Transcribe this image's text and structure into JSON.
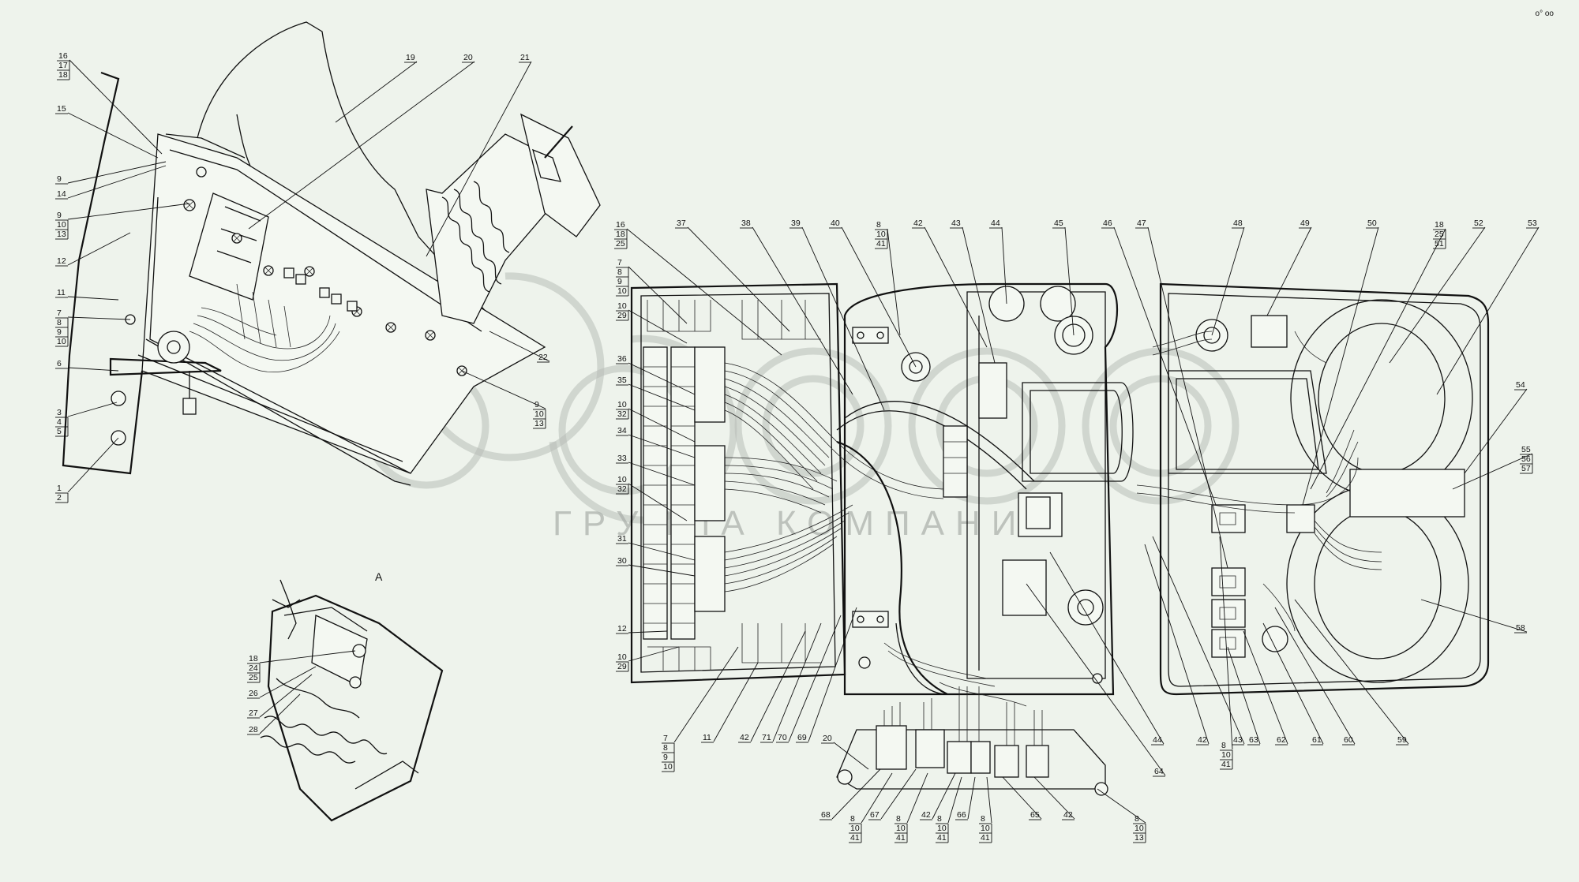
{
  "corner_mark": "o° oo",
  "section_label": "A",
  "watermark": {
    "text": "ГРУППА КОМПАНИЙ"
  },
  "callouts": {
    "left": [
      {
        "id": "l16",
        "lines": [
          "16",
          "17",
          "18"
        ]
      },
      {
        "id": "l15",
        "lines": [
          "15"
        ]
      },
      {
        "id": "l9a",
        "lines": [
          "9"
        ]
      },
      {
        "id": "l14",
        "lines": [
          "14"
        ]
      },
      {
        "id": "l9b",
        "lines": [
          "9",
          "10",
          "13"
        ]
      },
      {
        "id": "l12",
        "lines": [
          "12"
        ]
      },
      {
        "id": "l11",
        "lines": [
          "11"
        ]
      },
      {
        "id": "l7",
        "lines": [
          "7",
          "8",
          "9",
          "10"
        ]
      },
      {
        "id": "l6",
        "lines": [
          "6"
        ]
      },
      {
        "id": "l3",
        "lines": [
          "3",
          "4",
          "5"
        ]
      },
      {
        "id": "l1",
        "lines": [
          "1",
          "2"
        ]
      },
      {
        "id": "l19",
        "lines": [
          "19"
        ]
      },
      {
        "id": "l20",
        "lines": [
          "20"
        ]
      },
      {
        "id": "l21",
        "lines": [
          "21"
        ]
      },
      {
        "id": "l22",
        "lines": [
          "22"
        ]
      },
      {
        "id": "l9c",
        "lines": [
          "9",
          "10",
          "13"
        ]
      }
    ],
    "detail": [
      {
        "id": "d18",
        "lines": [
          "18",
          "24",
          "25"
        ]
      },
      {
        "id": "d26",
        "lines": [
          "26"
        ]
      },
      {
        "id": "d27",
        "lines": [
          "27"
        ]
      },
      {
        "id": "d28",
        "lines": [
          "28"
        ]
      }
    ],
    "top": [
      {
        "id": "t16",
        "lines": [
          "16",
          "18",
          "25"
        ]
      },
      {
        "id": "t37",
        "lines": [
          "37"
        ]
      },
      {
        "id": "t38",
        "lines": [
          "38"
        ]
      },
      {
        "id": "t39",
        "lines": [
          "39"
        ]
      },
      {
        "id": "t40",
        "lines": [
          "40"
        ]
      },
      {
        "id": "t8",
        "lines": [
          "8",
          "10",
          "41"
        ]
      },
      {
        "id": "t42",
        "lines": [
          "42"
        ]
      },
      {
        "id": "t43",
        "lines": [
          "43"
        ]
      },
      {
        "id": "t44",
        "lines": [
          "44"
        ]
      },
      {
        "id": "t45",
        "lines": [
          "45"
        ]
      },
      {
        "id": "t46",
        "lines": [
          "46"
        ]
      },
      {
        "id": "t47",
        "lines": [
          "47"
        ]
      },
      {
        "id": "t48",
        "lines": [
          "48"
        ]
      },
      {
        "id": "t49",
        "lines": [
          "49"
        ]
      },
      {
        "id": "t50",
        "lines": [
          "50"
        ]
      },
      {
        "id": "t18",
        "lines": [
          "18",
          "25",
          "51"
        ]
      },
      {
        "id": "t52",
        "lines": [
          "52"
        ]
      },
      {
        "id": "t53",
        "lines": [
          "53"
        ]
      }
    ],
    "side": [
      {
        "id": "s7",
        "lines": [
          "7",
          "8",
          "9",
          "10"
        ]
      },
      {
        "id": "s10a",
        "lines": [
          "10",
          "29"
        ]
      },
      {
        "id": "s36",
        "lines": [
          "36"
        ]
      },
      {
        "id": "s35",
        "lines": [
          "35"
        ]
      },
      {
        "id": "s10b",
        "lines": [
          "10",
          "32"
        ]
      },
      {
        "id": "s34",
        "lines": [
          "34"
        ]
      },
      {
        "id": "s33",
        "lines": [
          "33"
        ]
      },
      {
        "id": "s10c",
        "lines": [
          "10",
          "32"
        ]
      },
      {
        "id": "s31",
        "lines": [
          "31"
        ]
      },
      {
        "id": "s30",
        "lines": [
          "30"
        ]
      },
      {
        "id": "s12",
        "lines": [
          "12"
        ]
      },
      {
        "id": "s10d",
        "lines": [
          "10",
          "29"
        ]
      },
      {
        "id": "s54",
        "lines": [
          "54"
        ]
      },
      {
        "id": "s55",
        "lines": [
          "55",
          "56",
          "57"
        ]
      },
      {
        "id": "s58",
        "lines": [
          "58"
        ]
      }
    ],
    "bottom": [
      {
        "id": "b7",
        "lines": [
          "7",
          "8",
          "9",
          "10"
        ]
      },
      {
        "id": "b11",
        "lines": [
          "11"
        ]
      },
      {
        "id": "b42a",
        "lines": [
          "42"
        ]
      },
      {
        "id": "b71",
        "lines": [
          "71"
        ]
      },
      {
        "id": "b70",
        "lines": [
          "70"
        ]
      },
      {
        "id": "b69",
        "lines": [
          "69"
        ]
      },
      {
        "id": "b20",
        "lines": [
          "20"
        ]
      },
      {
        "id": "b68",
        "lines": [
          "68"
        ]
      },
      {
        "id": "b8a",
        "lines": [
          "8",
          "10",
          "41"
        ]
      },
      {
        "id": "b67",
        "lines": [
          "67"
        ]
      },
      {
        "id": "b8b",
        "lines": [
          "8",
          "10",
          "41"
        ]
      },
      {
        "id": "b42b",
        "lines": [
          "42"
        ]
      },
      {
        "id": "b8c",
        "lines": [
          "8",
          "10",
          "41"
        ]
      },
      {
        "id": "b66",
        "lines": [
          "66"
        ]
      },
      {
        "id": "b8d",
        "lines": [
          "8",
          "10",
          "41"
        ]
      },
      {
        "id": "b65",
        "lines": [
          "65"
        ]
      },
      {
        "id": "b42c",
        "lines": [
          "42"
        ]
      },
      {
        "id": "b8e",
        "lines": [
          "8",
          "10",
          "13"
        ]
      },
      {
        "id": "b64",
        "lines": [
          "64"
        ]
      },
      {
        "id": "b44",
        "lines": [
          "44"
        ]
      },
      {
        "id": "b42d",
        "lines": [
          "42"
        ]
      },
      {
        "id": "b43",
        "lines": [
          "43"
        ]
      },
      {
        "id": "b8f",
        "lines": [
          "8",
          "10",
          "41"
        ]
      },
      {
        "id": "b63",
        "lines": [
          "63"
        ]
      },
      {
        "id": "b62",
        "lines": [
          "62"
        ]
      },
      {
        "id": "b61",
        "lines": [
          "61"
        ]
      },
      {
        "id": "b60",
        "lines": [
          "60"
        ]
      },
      {
        "id": "b59",
        "lines": [
          "59"
        ]
      }
    ]
  }
}
